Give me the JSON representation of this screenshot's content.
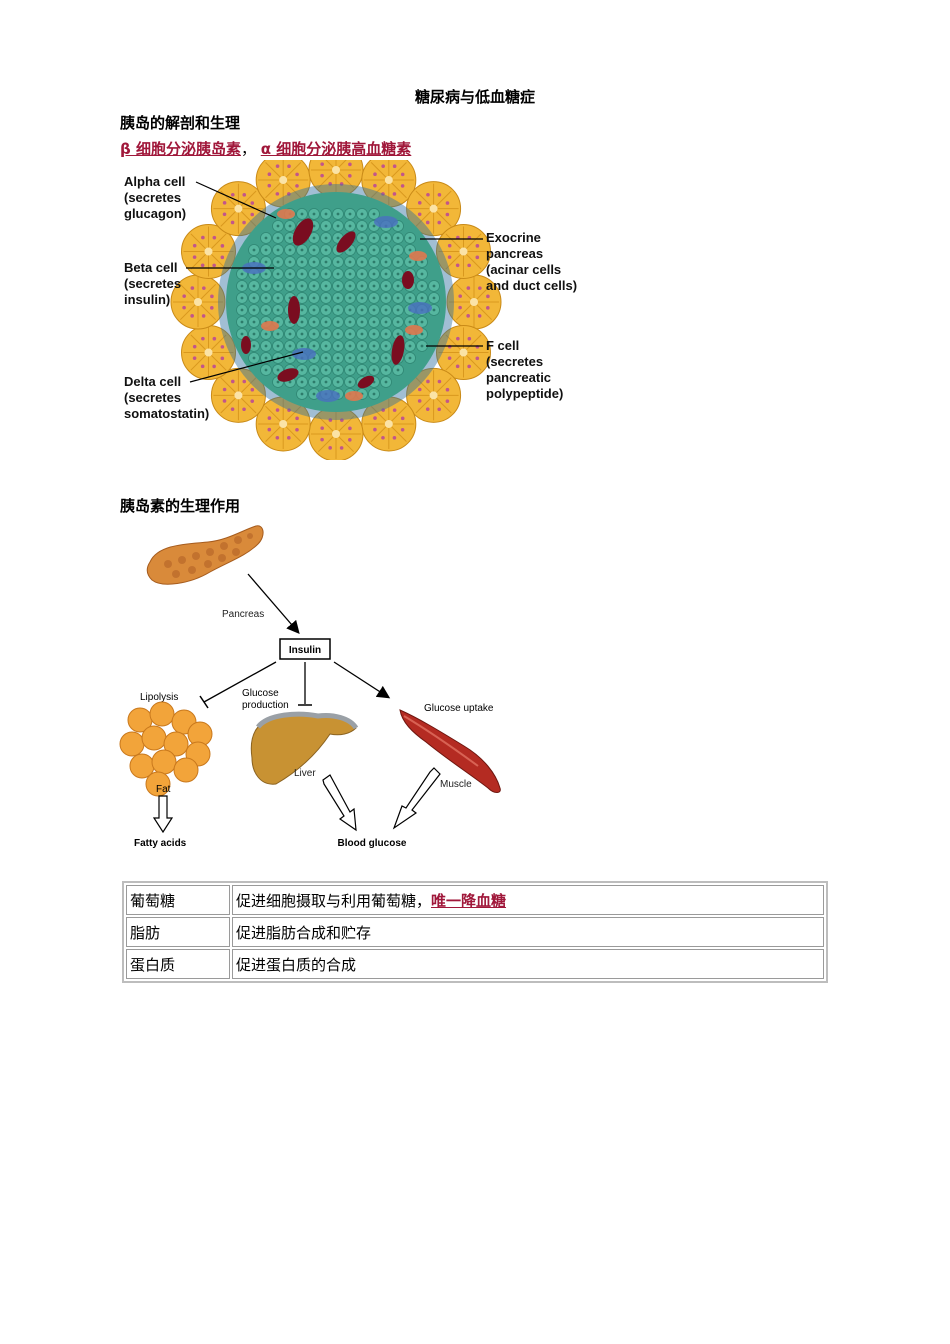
{
  "doc": {
    "title": "糖尿病与低血糖症",
    "section1_heading": "胰岛的解剖和生理",
    "beta_link": "β 细胞分泌胰岛素",
    "separator": "，",
    "alpha_link": "α 细胞分泌胰高血糖素",
    "section2_heading": "胰岛素的生理作用"
  },
  "islet_figure": {
    "alpha": [
      "Alpha cell",
      "(secretes",
      "glucagon)"
    ],
    "beta": [
      "Beta cell",
      "(secretes",
      "insulin)"
    ],
    "delta": [
      "Delta cell",
      "(secretes",
      "somatostatin)"
    ],
    "exocrine": [
      "Exocrine",
      "pancreas",
      "(acinar cells",
      "and duct cells)"
    ],
    "fcell": [
      "F cell",
      "(secretes",
      "pancreatic",
      "polypeptide)"
    ]
  },
  "insulin_figure": {
    "pancreas": "Pancreas",
    "insulin": "Insulin",
    "lipolysis": "Lipolysis",
    "glucose_production": [
      "Glucose",
      "production"
    ],
    "glucose_uptake": "Glucose uptake",
    "liver": "Liver",
    "muscle": "Muscle",
    "fat": "Fat",
    "fatty_acids": "Fatty acids",
    "blood_glucose": "Blood glucose"
  },
  "table": {
    "rows": [
      {
        "label": "葡萄糖",
        "text": "促进细胞摄取与利用葡萄糖，",
        "emphasis": "唯一降血糖"
      },
      {
        "label": "脂肪",
        "text": "促进脂肪合成和贮存",
        "emphasis": ""
      },
      {
        "label": "蛋白质",
        "text": "促进蛋白质的合成",
        "emphasis": ""
      }
    ]
  },
  "colors": {
    "link": "#a0173a",
    "acinar": "#f2b738",
    "islet": "#3f9f8a"
  }
}
